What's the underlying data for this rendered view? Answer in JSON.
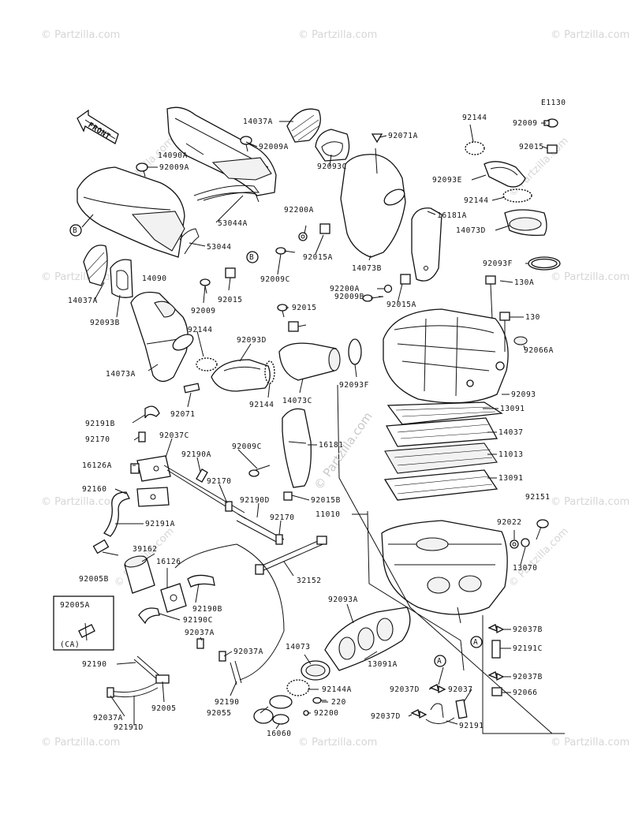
{
  "diagram_code": "E1130",
  "front_label": "FRONT",
  "watermark": "© Partzilla.com",
  "ca_box": {
    "title": "92005A",
    "note": "(CA)"
  },
  "refs": {
    "a": "A",
    "b": "B"
  },
  "labels": [
    "14037A",
    "14090A",
    "92009A",
    "92009A",
    "53044A",
    "53044",
    "14090",
    "14037A",
    "92093B",
    "92093C",
    "92071A",
    "92144",
    "92009",
    "92015",
    "92093E",
    "92144",
    "16181A",
    "14073D",
    "92093F",
    "130A",
    "130",
    "92066A",
    "92093",
    "13091",
    "14037",
    "11013",
    "13091",
    "11010",
    "92151",
    "92022",
    "13070",
    "92200A",
    "92015A",
    "14073B",
    "92009C",
    "92200A",
    "92009B",
    "92015A",
    "92009",
    "92015",
    "92015",
    "92144",
    "14073A",
    "92093D",
    "92144",
    "14073C",
    "92093F",
    "92071",
    "92191B",
    "92170",
    "92037C",
    "16126A",
    "92190A",
    "92009C",
    "16181",
    "92015B",
    "92160",
    "92170",
    "92190D",
    "92170",
    "92191A",
    "39162",
    "16126",
    "92005B",
    "92190B",
    "32152",
    "92190C",
    "92037A",
    "92037A",
    "92093A",
    "14073",
    "13091A",
    "92144A",
    "220",
    "92200",
    "92190",
    "92005",
    "92190",
    "92055",
    "16060",
    "92037A",
    "92191D",
    "92037D",
    "92037",
    "92037D",
    "92191",
    "92037B",
    "92191C",
    "92037B",
    "92066"
  ]
}
